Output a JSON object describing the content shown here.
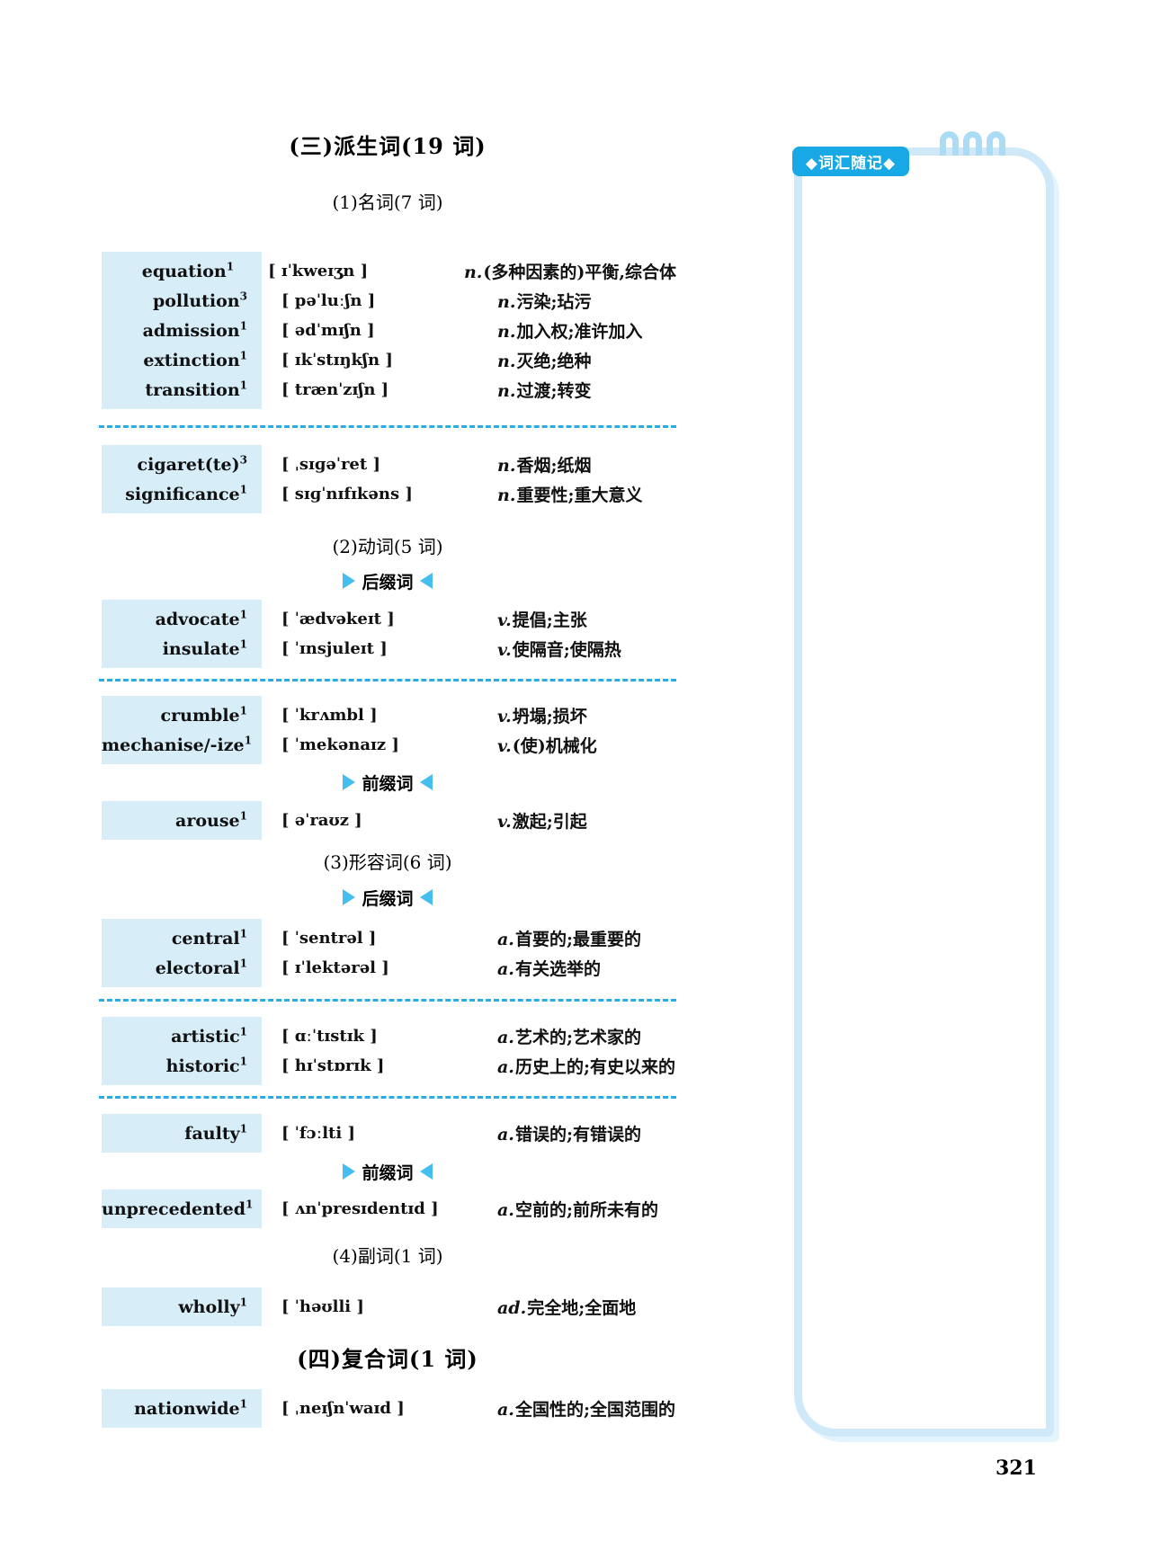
{
  "page_number": "321",
  "note_panel": {
    "badge": "◆词汇随记◆"
  },
  "colors": {
    "highlight": "#d7eef9",
    "divider": "#2aabe3",
    "triangle": "#45bdef",
    "badge_bg": "#17a8e5",
    "note_border": "#cfe9f9"
  },
  "blocks": [
    {
      "type": "title",
      "mt": 148,
      "text": "(三)派生词(19 词)"
    },
    {
      "type": "subheading",
      "mt": 34,
      "text": "(1)名词(7 词)"
    },
    {
      "type": "group",
      "mt": 42,
      "rows": [
        {
          "word": "equation",
          "sup": "1",
          "ipa": "[ ɪˈkweɪʒn ]",
          "pos": "n.",
          "meaning": "(多种因素的)平衡,综合体"
        },
        {
          "word": "pollution",
          "sup": "3",
          "ipa": "[ pəˈluːʃn ]",
          "pos": "n.",
          "meaning": "污染;玷污"
        },
        {
          "word": "admission",
          "sup": "1",
          "ipa": "[ ədˈmɪʃn ]",
          "pos": "n.",
          "meaning": "加入权;准许加入"
        },
        {
          "word": "extinction",
          "sup": "1",
          "ipa": "[ ɪkˈstɪŋkʃn ]",
          "pos": "n.",
          "meaning": "灭绝;绝种"
        },
        {
          "word": "transition",
          "sup": "1",
          "ipa": "[ trænˈzɪʃn ]",
          "pos": "n.",
          "meaning": "过渡;转变"
        }
      ]
    },
    {
      "type": "divider",
      "mt": 18
    },
    {
      "type": "group",
      "mt": 19,
      "rows": [
        {
          "word": "cigaret(te)",
          "sup": "3",
          "ipa": "[ ˌsɪɡəˈret ]",
          "pos": "n.",
          "meaning": "香烟;纸烟"
        },
        {
          "word": "significance",
          "sup": "1",
          "ipa": "[ sɪɡˈnɪfɪkəns ]",
          "pos": "n.",
          "meaning": "重要性;重大意义"
        }
      ]
    },
    {
      "type": "subheading",
      "mt": 24,
      "text": "(2)动词(5 词)"
    },
    {
      "type": "marker",
      "mt": 13,
      "text": "后缀词"
    },
    {
      "type": "group",
      "mt": 9,
      "rows": [
        {
          "word": "advocate",
          "sup": "1",
          "ipa": "[ ˈædvəkeɪt ]",
          "pos": "v.",
          "meaning": "提倡;主张"
        },
        {
          "word": "insulate",
          "sup": "1",
          "ipa": "[ ˈɪnsjuleɪt ]",
          "pos": "v.",
          "meaning": "使隔音;使隔热"
        }
      ]
    },
    {
      "type": "divider",
      "mt": 12
    },
    {
      "type": "group",
      "mt": 16,
      "rows": [
        {
          "word": "crumble",
          "sup": "1",
          "ipa": "[ ˈkrʌmbl ]",
          "pos": "v.",
          "meaning": "坍塌;损坏"
        },
        {
          "word": "mechanise/-ize",
          "sup": "1",
          "ipa": "[ ˈmekənaɪz ]",
          "pos": "v.",
          "meaning": "(使)机械化"
        }
      ]
    },
    {
      "type": "marker",
      "mt": 8,
      "text": "前缀词"
    },
    {
      "type": "group",
      "mt": 9,
      "rows": [
        {
          "word": "arouse",
          "sup": "1",
          "ipa": "[ əˈraʊz ]",
          "pos": "v.",
          "meaning": "激起;引起"
        }
      ]
    },
    {
      "type": "subheading",
      "mt": 12,
      "text": "(3)形容词(6 词)"
    },
    {
      "type": "marker",
      "mt": 14,
      "text": "后缀词"
    },
    {
      "type": "group",
      "mt": 12,
      "rows": [
        {
          "word": "central",
          "sup": "1",
          "ipa": "[ ˈsentrəl ]",
          "pos": "a.",
          "meaning": "首要的;最重要的"
        },
        {
          "word": "electoral",
          "sup": "1",
          "ipa": "[ ɪˈlektərəl ]",
          "pos": "a.",
          "meaning": "有关选举的"
        }
      ]
    },
    {
      "type": "divider",
      "mt": 13
    },
    {
      "type": "group",
      "mt": 17,
      "rows": [
        {
          "word": "artistic",
          "sup": "1",
          "ipa": "[ ɑːˈtɪstɪk ]",
          "pos": "a.",
          "meaning": "艺术的;艺术家的"
        },
        {
          "word": "historic",
          "sup": "1",
          "ipa": "[ hɪˈstɒrɪk ]",
          "pos": "a.",
          "meaning": "历史上的;有史以来的"
        }
      ]
    },
    {
      "type": "divider",
      "mt": 12
    },
    {
      "type": "group",
      "mt": 17,
      "rows": [
        {
          "word": "faulty",
          "sup": "1",
          "ipa": "[ ˈfɔːlti ]",
          "pos": "a.",
          "meaning": "错误的;有错误的"
        }
      ]
    },
    {
      "type": "marker",
      "mt": 9,
      "text": "前缀词"
    },
    {
      "type": "group",
      "mt": 8,
      "rows": [
        {
          "word": "unprecedented",
          "sup": "1",
          "ipa": "[ ʌnˈpresɪdentɪd ]",
          "pos": "a.",
          "meaning": "空前的;前所未有的"
        }
      ]
    },
    {
      "type": "subheading",
      "mt": 18,
      "text": "(4)副词(1 词)"
    },
    {
      "type": "group",
      "mt": 22,
      "rows": [
        {
          "word": "wholly",
          "sup": "1",
          "ipa": "[ ˈhəʊlli ]",
          "pos": "ad.",
          "meaning": "完全地;全面地"
        }
      ]
    },
    {
      "type": "title",
      "mt": 22,
      "text": "(四)复合词(1 词)"
    },
    {
      "type": "group",
      "mt": 18,
      "rows": [
        {
          "word": "nationwide",
          "sup": "1",
          "ipa": "[ ˌneɪʃnˈwaɪd ]",
          "pos": "a.",
          "meaning": "全国性的;全国范围的"
        }
      ]
    }
  ]
}
